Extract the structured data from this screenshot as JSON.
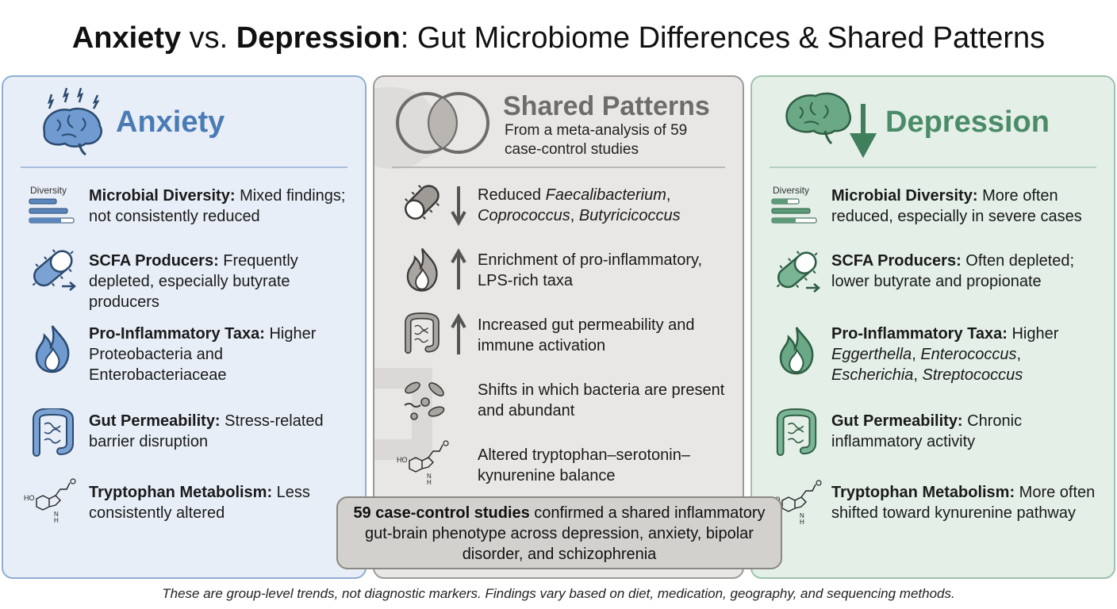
{
  "title": {
    "anxiety_word": "Anxiety",
    "vs_word": " vs. ",
    "depression_word": "Depression",
    "rest": ": Gut Microbiome Differences & Shared Patterns"
  },
  "anxiety": {
    "heading": "Anxiety",
    "diversity_icon_label": "Diversity",
    "items": [
      {
        "label": "Microbial Diversity:",
        "text": " Mixed findings; not consistently reduced"
      },
      {
        "label": "SCFA Producers:",
        "text": " Frequently depleted, especially butyrate producers"
      },
      {
        "label": "Pro-Inflammatory Taxa:",
        "text": " Higher Proteobacteria and Enterobacteriaceae"
      },
      {
        "label": "Gut Permeability:",
        "text": " Stress-related barrier disruption"
      },
      {
        "label": "Tryptophan Metabolism:",
        "text": " Less consistently altered"
      }
    ]
  },
  "shared": {
    "heading": "Shared Patterns",
    "subheading": "From a meta-analysis of 59 case-control studies",
    "items": [
      {
        "pre": "Reduced ",
        "sp1": "Faecalibacterium",
        "mid1": ",",
        "sp2": "Coprococcus",
        "mid2": ", ",
        "sp3": "Butyricicoccus"
      },
      {
        "text": "Enrichment of pro-inflammatory, LPS-rich taxa"
      },
      {
        "text": "Increased gut permeability and immune activation"
      },
      {
        "text": "Shifts in which bacteria are present and abundant"
      },
      {
        "text": "Altered tryptophan–serotonin–kynurenine balance"
      }
    ]
  },
  "depression": {
    "heading": "Depression",
    "diversity_icon_label": "Diversity",
    "items": [
      {
        "label": "Microbial Diversity:",
        "text": " More often reduced, especially in severe cases"
      },
      {
        "label": "SCFA Producers:",
        "text": " Often depleted; lower butyrate and propionate"
      },
      {
        "label": "Pro-Inflammatory Taxa:",
        "text": " Higher",
        "sp1": "Eggerthella",
        "c1": ", ",
        "sp2": "Enterococcus",
        "c2": ",",
        "sp3": "Escherichia",
        "c3": ", ",
        "sp4": "Streptococcus"
      },
      {
        "label": "Gut Permeability:",
        "text": " Chronic inflammatory activity"
      },
      {
        "label": "Tryptophan Metabolism:",
        "text": " More often shifted toward kynurenine pathway"
      }
    ]
  },
  "callout": {
    "bold": "59 case-control studies",
    "text": " confirmed a shared inflammatory gut-brain phenotype across depression, anxiety, bipolar disorder, and schizophrenia"
  },
  "footer": "These are group-level trends, not diagnostic markers. Findings vary based on diet, medication, geography, and sequencing methods.",
  "colors": {
    "anxiety_accent": "#4a7bb5",
    "depression_accent": "#4b8c68",
    "shared_accent": "#6e6c6a"
  }
}
